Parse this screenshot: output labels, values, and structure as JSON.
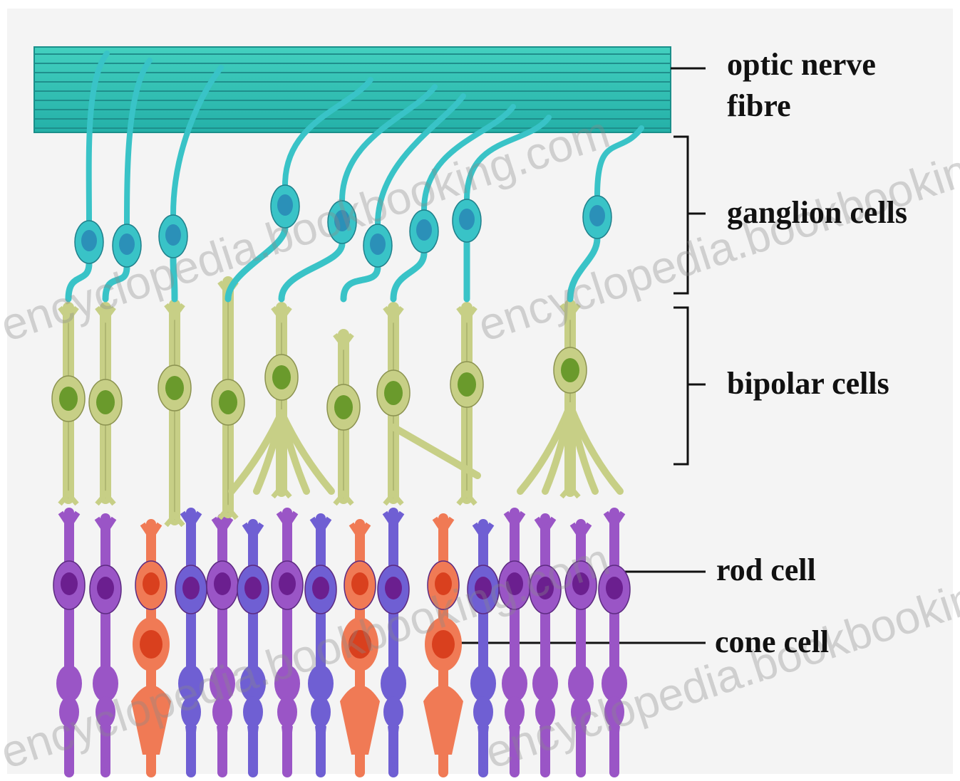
{
  "labels": {
    "optic_nerve_line1": "optic nerve",
    "optic_nerve_line2": "fibre",
    "ganglion": "ganglion cells",
    "bipolar": "bipolar cells",
    "rod": "rod cell",
    "cone": "cone cell"
  },
  "watermark": "encyclopedia.bookbooking.com",
  "colors": {
    "nerve_fibre": "#2ec4b6",
    "nerve_fibre_dark": "#1a8f8a",
    "ganglion": "#39c3c7",
    "ganglion_nucleus": "#2b90b8",
    "bipolar": "#c7cf86",
    "bipolar_nucleus": "#6a9a2c",
    "rod": "#9a55c6",
    "rod_nucleus": "#6b1f8f",
    "cone": "#f07a55",
    "cone_nucleus": "#d9401e",
    "blue_rod": "#6f5fd3"
  }
}
